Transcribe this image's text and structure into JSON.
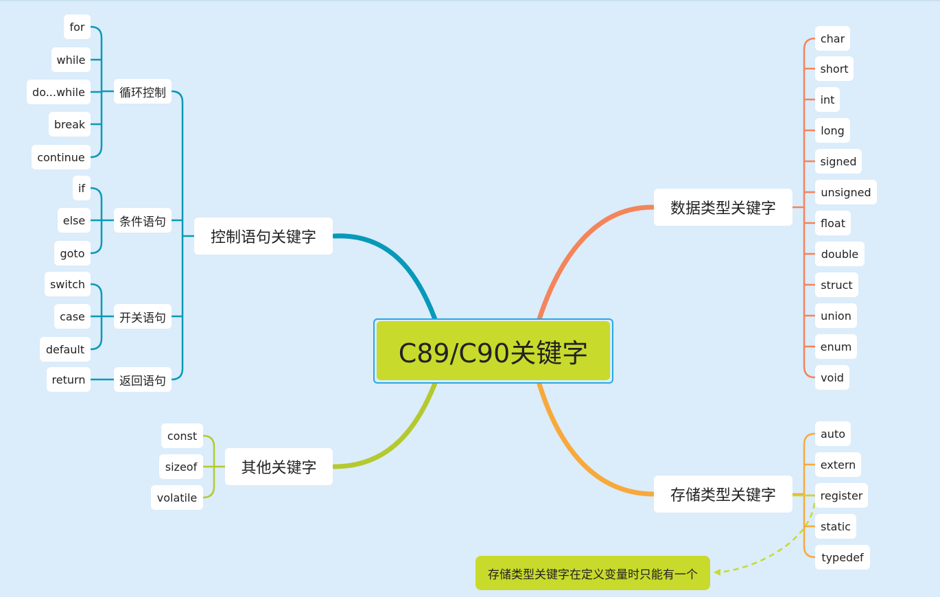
{
  "center": {
    "label": "C89/C90关键字"
  },
  "branches": {
    "control": {
      "label": "控制语句关键字",
      "groups": {
        "loop": {
          "label": "循环控制",
          "items": [
            "for",
            "while",
            "do...while",
            "break",
            "continue"
          ]
        },
        "cond": {
          "label": "条件语句",
          "items": [
            "if",
            "else",
            "goto"
          ]
        },
        "switch": {
          "label": "开关语句",
          "items": [
            "switch",
            "case",
            "default"
          ]
        },
        "ret": {
          "label": "返回语句",
          "items": [
            "return"
          ]
        }
      }
    },
    "datatype": {
      "label": "数据类型关键字",
      "items": [
        "char",
        "short",
        "int",
        "long",
        "signed",
        "unsigned",
        "float",
        "double",
        "struct",
        "union",
        "enum",
        "void"
      ]
    },
    "storage": {
      "label": "存储类型关键字",
      "items": [
        "auto",
        "extern",
        "register",
        "static",
        "typedef"
      ],
      "note": "存储类型关键字在定义变量时只能有一个"
    },
    "other": {
      "label": "其他关键字",
      "items": [
        "const",
        "sizeof",
        "volatile"
      ]
    }
  },
  "colors": {
    "background": "#dbecfa",
    "control": "#0899b8",
    "datatype": "#f4845a",
    "storage": "#f7a93b",
    "other": "#b4c92e",
    "center_fill": "#c8da2b",
    "center_border": "#29a8e0"
  }
}
